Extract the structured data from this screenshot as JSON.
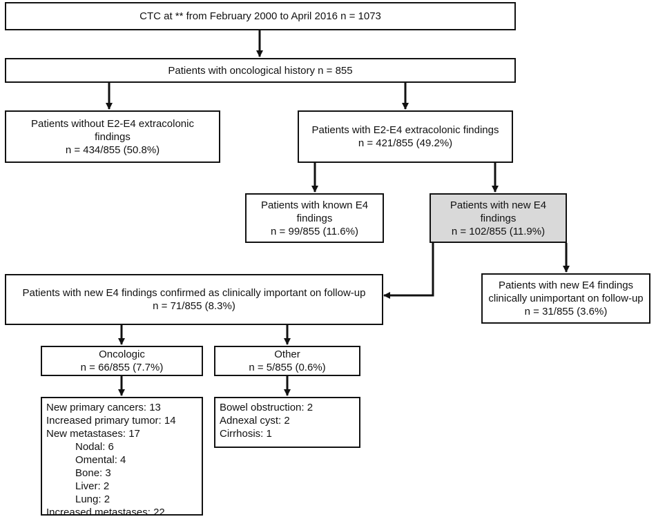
{
  "nodes": {
    "ctc": {
      "line1": "CTC at ** from February 2000 to April 2016 n = 1073"
    },
    "onco_history": {
      "line1": "Patients with oncological history n = 855"
    },
    "without_findings": {
      "line1": "Patients without E2-E4 extracolonic",
      "line2": "findings",
      "line3": "n = 434/855 (50.8%)"
    },
    "with_findings": {
      "line1": "Patients with E2-E4 extracolonic findings",
      "line2": "n = 421/855 (49.2%)"
    },
    "known_e4": {
      "line1": "Patients with known E4",
      "line2": "findings",
      "line3": "n = 99/855 (11.6%)"
    },
    "new_e4": {
      "line1": "Patients with new E4",
      "line2": "findings",
      "line3": "n = 102/855 (11.9%)"
    },
    "confirmed": {
      "line1": "Patients with new E4 findings confirmed as clinically important on follow-up",
      "line2": "n = 71/855 (8.3%)"
    },
    "unimportant": {
      "line1": "Patients with new E4 findings",
      "line2": "clinically unimportant on follow-up",
      "line3": "n = 31/855 (3.6%)"
    },
    "oncologic": {
      "line1": "Oncologic",
      "line2": "n = 66/855 (7.7%)"
    },
    "other": {
      "line1": "Other",
      "line2": "n = 5/855 (0.6%)"
    },
    "oncologic_list": [
      "New primary cancers: 13",
      "Increased primary tumor: 14",
      "New metastases: 17",
      "Nodal: 6",
      "Omental: 4",
      "Bone: 3",
      "Liver: 2",
      "Lung: 2",
      "Increased metastases: 22"
    ],
    "other_list": [
      "Bowel obstruction: 2",
      "Adnexal cyst: 2",
      "Cirrhosis: 1"
    ]
  },
  "colors": {
    "border": "#111111",
    "shaded_fill": "#d9d9d9",
    "background": "#ffffff"
  }
}
